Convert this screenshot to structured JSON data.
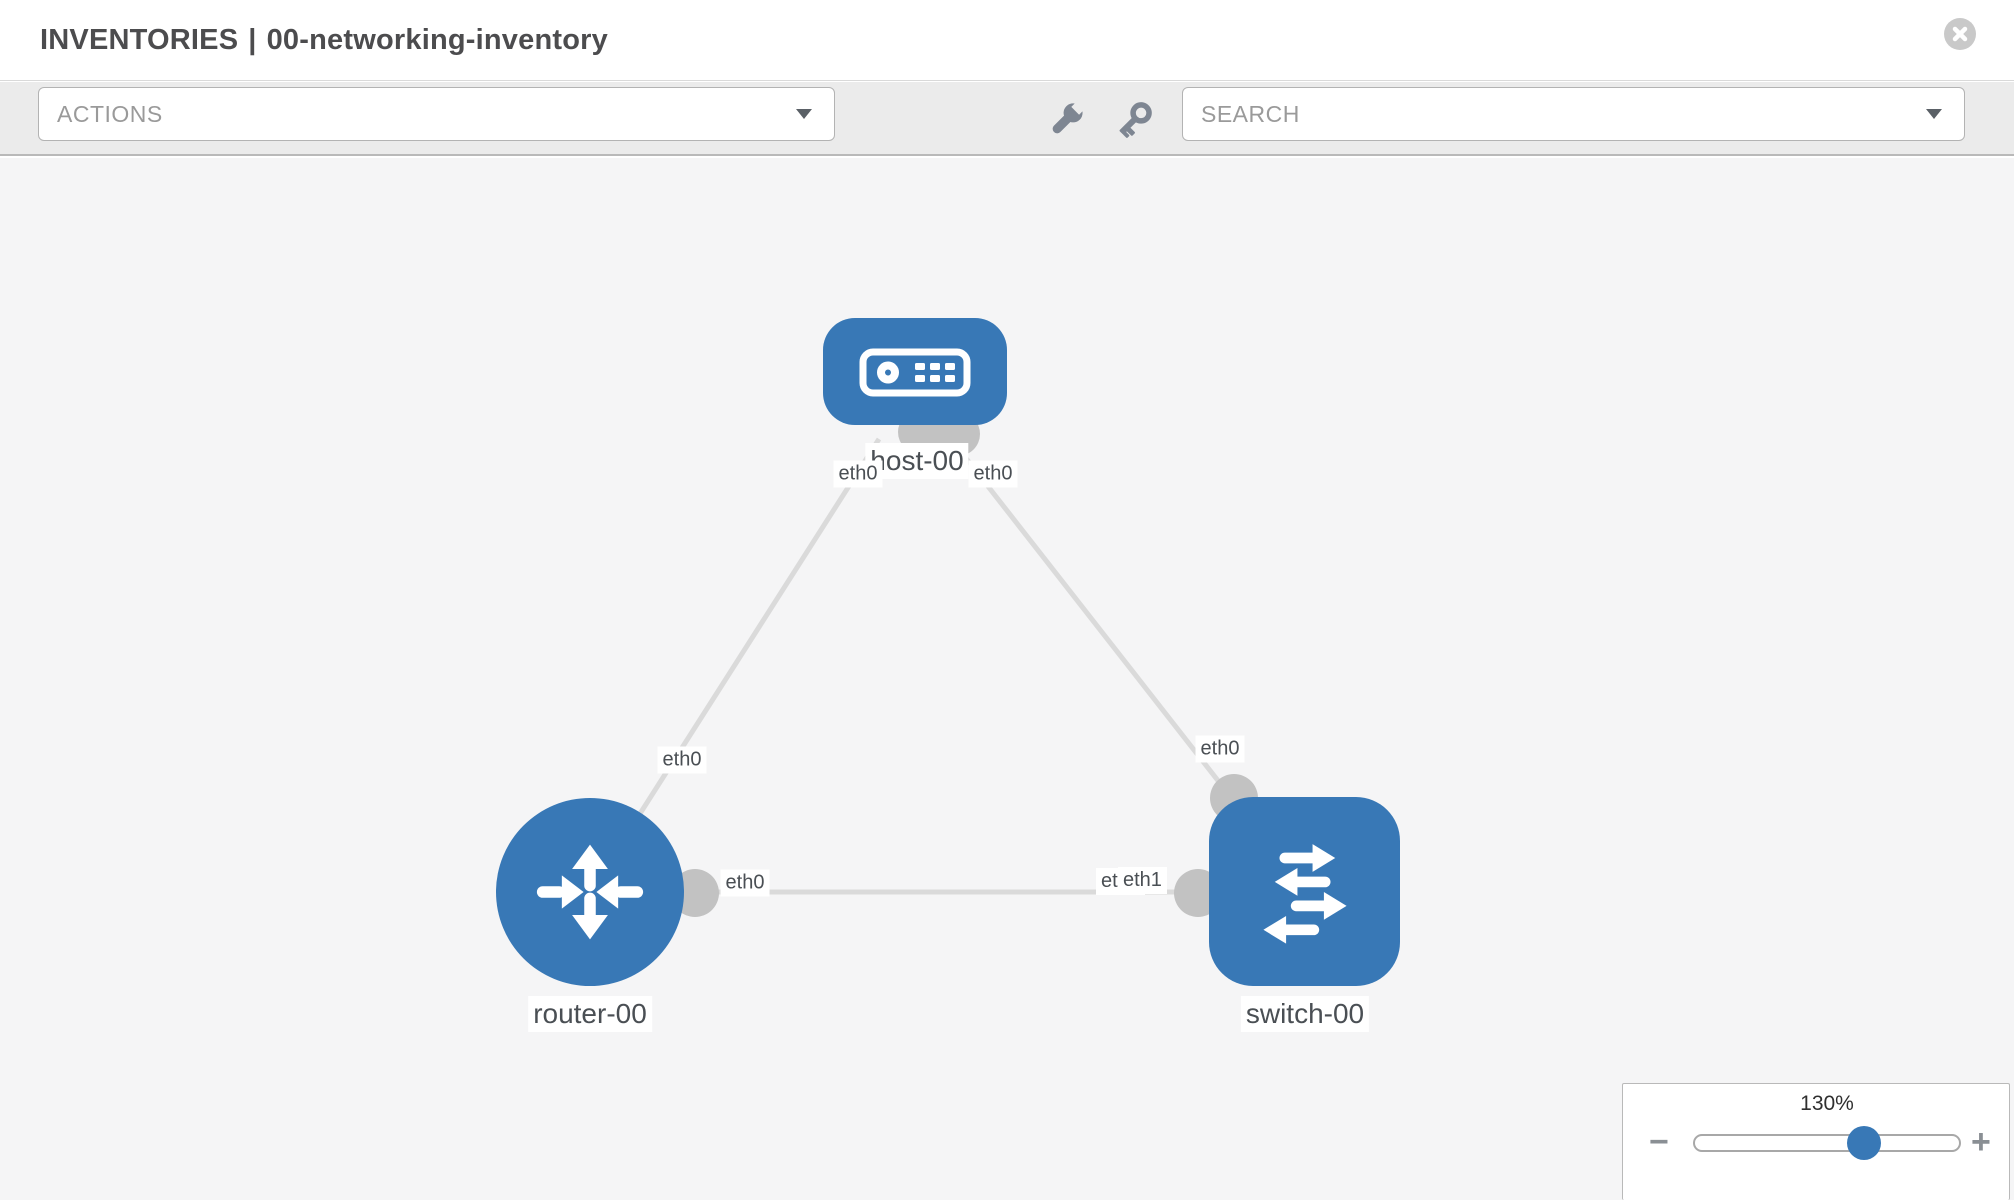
{
  "header": {
    "section": "INVENTORIES",
    "divider": "|",
    "inventory_name": "00-networking-inventory"
  },
  "toolbar": {
    "actions_label": "ACTIONS",
    "search_label": "SEARCH",
    "icons": [
      "wrench-icon",
      "key-icon"
    ]
  },
  "topology": {
    "nodes": [
      {
        "id": "host-00",
        "type": "host",
        "label": "host-00"
      },
      {
        "id": "router-00",
        "type": "router",
        "label": "router-00"
      },
      {
        "id": "switch-00",
        "type": "switch",
        "label": "switch-00"
      }
    ],
    "links": [
      {
        "source": "host-00",
        "source_iface": "eth0",
        "target": "router-00",
        "target_iface": "eth0"
      },
      {
        "source": "host-00",
        "source_iface": "eth0",
        "target": "switch-00",
        "target_iface": "eth0"
      },
      {
        "source": "router-00",
        "source_iface": "eth0",
        "target": "switch-00",
        "target_iface": "eth1",
        "target_iface_overlap": "eth0"
      }
    ]
  },
  "zoom_control": {
    "level": "130%",
    "minus_label": "−",
    "plus_label": "+"
  },
  "colors": {
    "node_blue": "#3878b6",
    "link_gray": "#dadada",
    "port_gray": "#c2c2c2",
    "toolbar_bg": "#ebebeb",
    "canvas_bg": "#f5f5f6",
    "label_text": "#4a4f54"
  }
}
